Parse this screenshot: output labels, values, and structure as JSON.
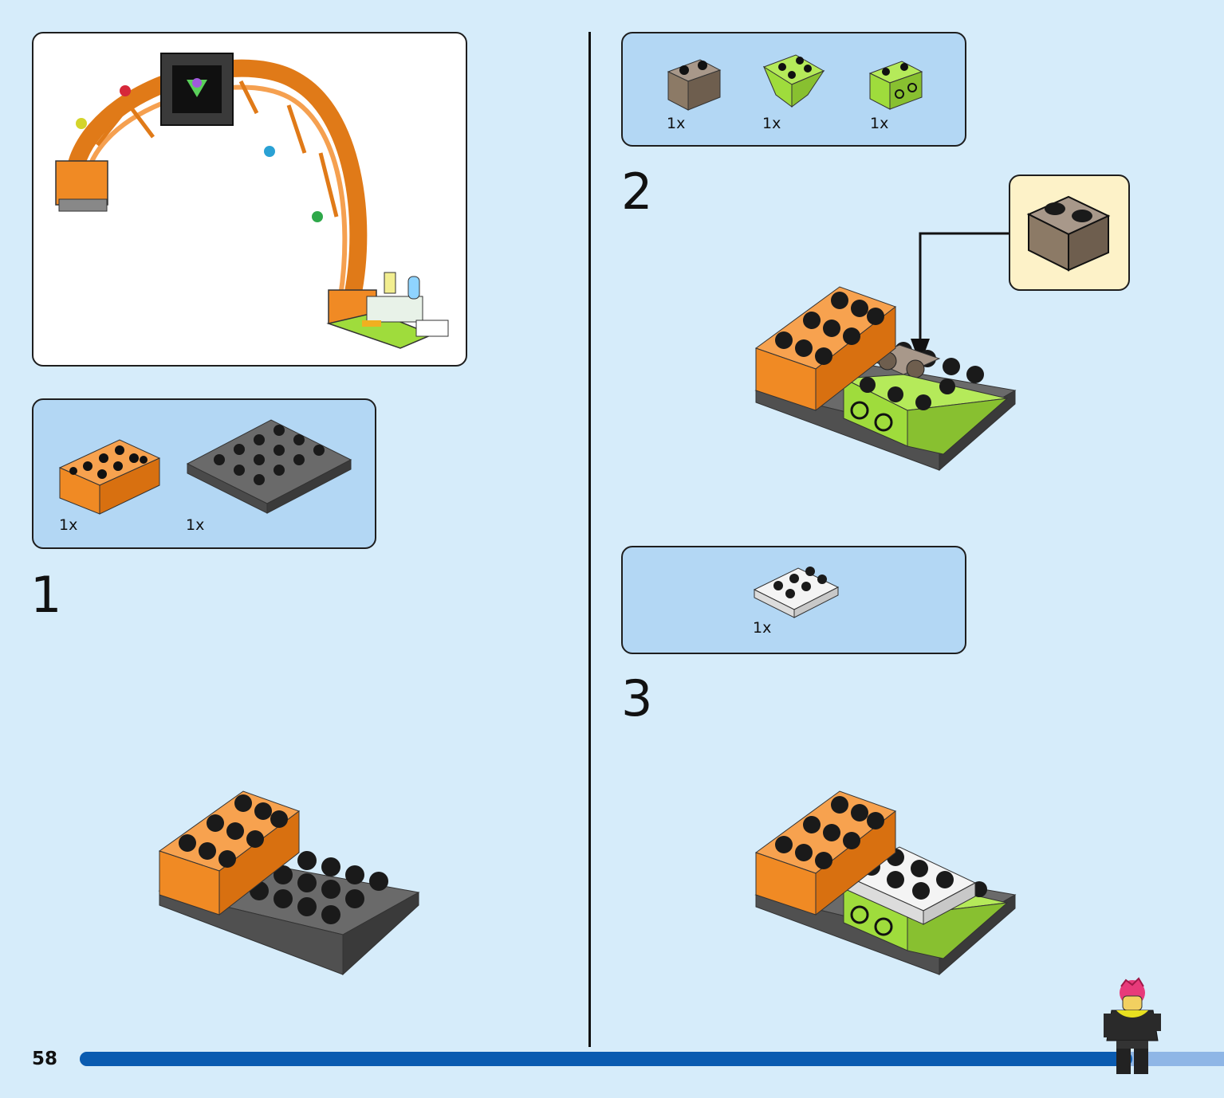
{
  "page": {
    "number": "58"
  },
  "progress": {
    "fraction": 0.92
  },
  "colors": {
    "background": "#d6ecfa",
    "parts_panel": "#b3d7f4",
    "callout": "#fdf2c8",
    "progress_bar": "#0a5bb0",
    "progress_track": "#8fb6e6",
    "orange": "#f08a24",
    "dark_gray": "#585858",
    "lime": "#9fdc3c",
    "tan": "#8c7a66",
    "white": "#ffffff"
  },
  "steps": [
    {
      "number": "1",
      "parts": [
        {
          "name": "orange-2x4-brick",
          "qty": "1x"
        },
        {
          "name": "dark-gray-4x6-plate",
          "qty": "1x"
        }
      ]
    },
    {
      "number": "2",
      "parts": [
        {
          "name": "tan-1x2-brick",
          "qty": "1x"
        },
        {
          "name": "lime-inverted-slope",
          "qty": "1x"
        },
        {
          "name": "lime-side-stud-brick",
          "qty": "1x"
        }
      ]
    },
    {
      "number": "3",
      "parts": [
        {
          "name": "white-2x3-plate",
          "qty": "1x"
        }
      ]
    }
  ]
}
